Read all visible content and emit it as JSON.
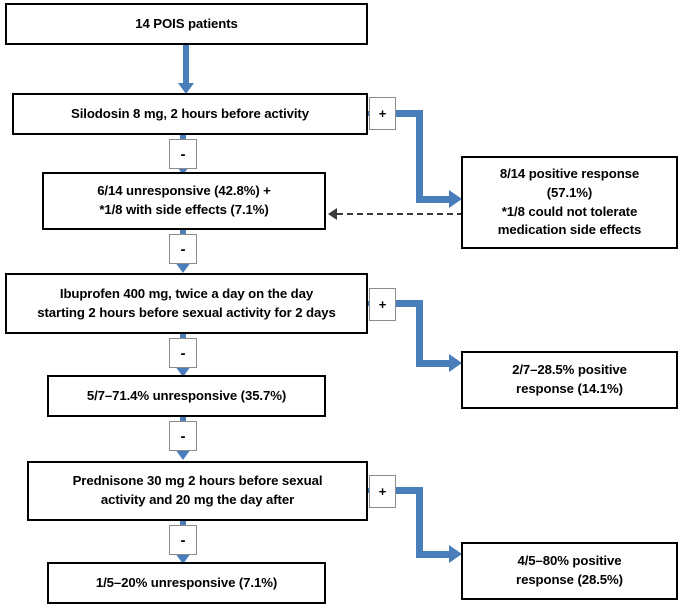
{
  "diagram": {
    "title": "POIS treatment response flowchart",
    "accent_color": "#4a7ebb",
    "box_border_color": "#000000",
    "marker_border_color": "#8c8c8c",
    "dashed_color": "#3b3b3b"
  },
  "nodes": {
    "cohort": {
      "lines": [
        "14 POIS patients"
      ]
    },
    "silodosin": {
      "lines": [
        "Silodosin 8 mg, 2 hours before activity"
      ]
    },
    "silodosin_negative": {
      "lines": [
        "6/14 unresponsive (42.8%) +",
        "*1/8 with side effects (7.1%)"
      ]
    },
    "silodosin_positive": {
      "lines": [
        "8/14 positive response",
        "(57.1%)",
        "*1/8 could not tolerate",
        "medication side effects"
      ]
    },
    "ibuprofen": {
      "lines": [
        "Ibuprofen 400 mg, twice a day on the day",
        "starting 2 hours before sexual activity for 2 days"
      ]
    },
    "ibuprofen_negative": {
      "lines": [
        "5/7–71.4% unresponsive (35.7%)"
      ]
    },
    "ibuprofen_positive": {
      "lines": [
        "2/7–28.5% positive",
        "response (14.1%)"
      ]
    },
    "prednisone": {
      "lines": [
        "Prednisone 30 mg 2 hours before sexual",
        "activity and 20 mg the day after"
      ]
    },
    "prednisone_negative": {
      "lines": [
        "1/5–20% unresponsive (7.1%)"
      ]
    },
    "prednisone_positive": {
      "lines": [
        "4/5–80% positive",
        "response (28.5%)"
      ]
    }
  },
  "markers": {
    "plus": "+",
    "minus": "-"
  }
}
